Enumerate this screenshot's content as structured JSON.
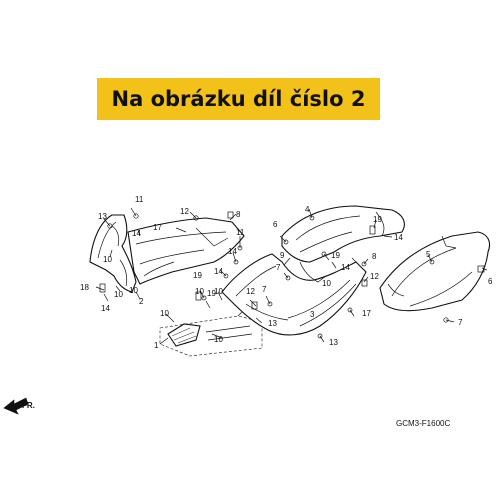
{
  "banner": {
    "text": "Na obrázku díl číslo 2",
    "color": "#f3c21a"
  },
  "diagram_code": "GCM3-F1600C",
  "direction_label": "FR.",
  "direction_icon": "arrow-left-icon",
  "callouts": {
    "c1": "1",
    "c2": "2",
    "c3": "3",
    "c4": "4",
    "c5": "5",
    "c6a": "6",
    "c6b": "6",
    "c7a": "7",
    "c7b": "7",
    "c7c": "7",
    "c8a": "8",
    "c8b": "8",
    "c9": "9",
    "c10a": "10",
    "c10b": "10",
    "c10c": "10",
    "c10d": "10",
    "c11a": "11",
    "c11b": "11",
    "c12a": "12",
    "c12b": "12",
    "c13a": "13",
    "c13b": "13",
    "c14a": "14",
    "c14b": "14",
    "c14c": "14",
    "c14d": "14",
    "c14e": "14",
    "c14f": "14",
    "c17a": "17",
    "c17b": "17",
    "c18": "18",
    "c19a": "19",
    "c19b": "19",
    "c19c": "19"
  }
}
